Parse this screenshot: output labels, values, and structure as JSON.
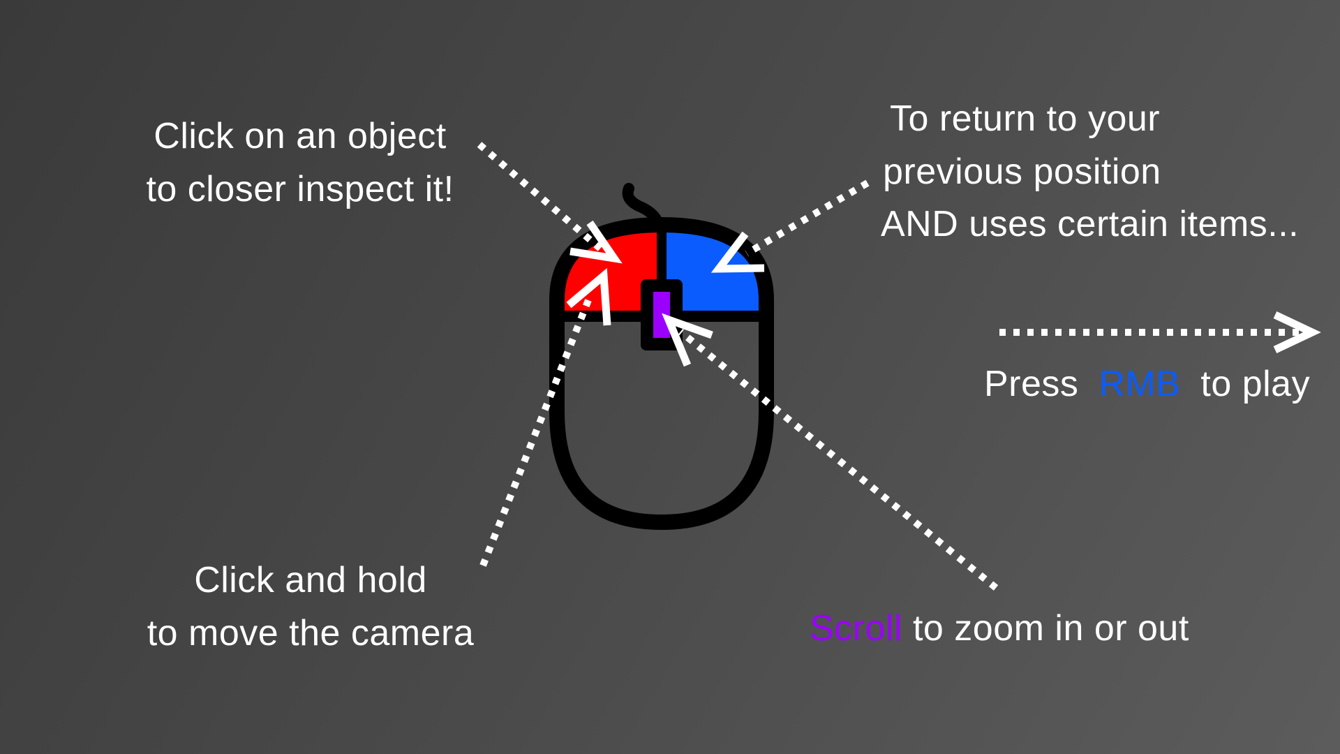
{
  "colors": {
    "left_button": "#ff0000",
    "right_button": "#0a5cff",
    "scroll_wheel": "#9b00ff",
    "mouse_outline": "#000000",
    "text": "#ffffff"
  },
  "labels": {
    "left_click": {
      "line1": "Click on an object",
      "line2": "to closer inspect it!"
    },
    "right_click": {
      "line1": "To return to your",
      "line2": "previous position",
      "line3": "AND uses certain items..."
    },
    "drag": {
      "line1": "Click and hold",
      "line2": "to move the camera"
    },
    "scroll": {
      "keyword": "Scroll",
      "rest": " to zoom in or out"
    },
    "play": {
      "prefix": "Press ",
      "keyword": "RMB",
      "suffix": " to play"
    }
  },
  "icons": {
    "mouse": "mouse-icon",
    "arrow": "arrow-icon",
    "continue_arrow": "arrow-right-icon"
  }
}
